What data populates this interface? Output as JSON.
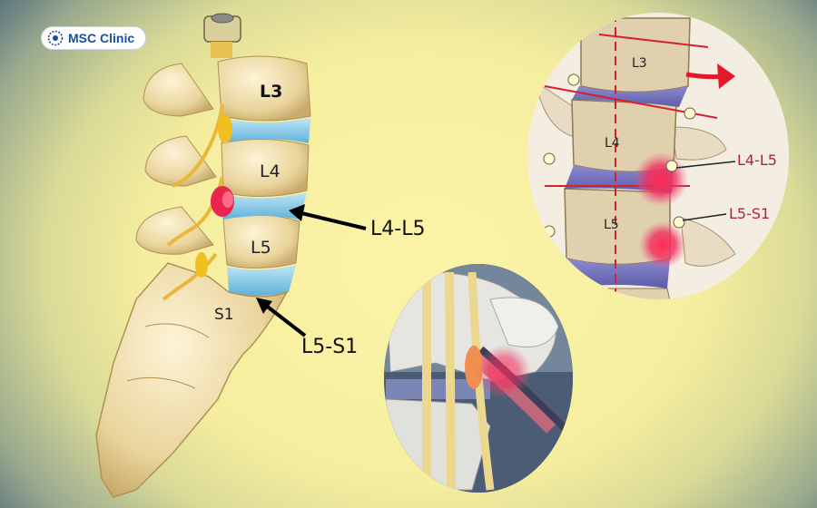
{
  "logo": {
    "text": "MSC Clinic",
    "color": "#1a4f96"
  },
  "main_spine": {
    "vertebrae": [
      "L3",
      "L4",
      "L5",
      "S1"
    ],
    "callouts": [
      "L4-L5",
      "L5-S1"
    ]
  },
  "inset_top_right": {
    "vertebrae": [
      "L3",
      "L4",
      "L5"
    ],
    "callouts": [
      "L4-L5",
      "L5-S1"
    ],
    "callout_color": "#b02044"
  },
  "inset_bottom": {
    "subject": "nerve-root-compression"
  },
  "colors": {
    "bone": "#ecd9a2",
    "disc": "#7fc6e5",
    "inflamed": "#e6143f",
    "nerve": "#f0c020"
  }
}
